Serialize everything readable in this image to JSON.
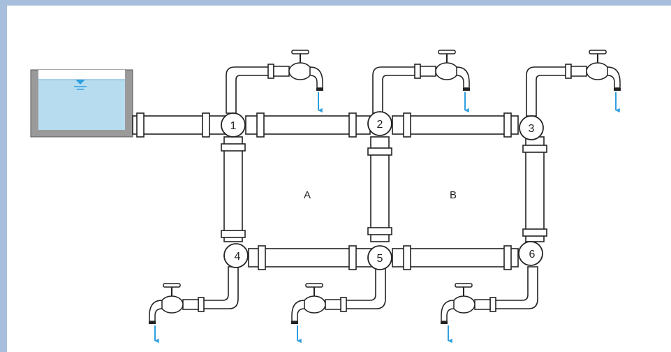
{
  "diagram": {
    "nodes": [
      {
        "id": "1",
        "label": "1"
      },
      {
        "id": "2",
        "label": "2"
      },
      {
        "id": "3",
        "label": "3"
      },
      {
        "id": "4",
        "label": "4"
      },
      {
        "id": "5",
        "label": "5"
      },
      {
        "id": "6",
        "label": "6"
      }
    ],
    "loops": [
      {
        "id": "A",
        "label": "A"
      },
      {
        "id": "B",
        "label": "B"
      }
    ],
    "edges": [
      {
        "from": "reservoir",
        "to": "1"
      },
      {
        "from": "1",
        "to": "2"
      },
      {
        "from": "2",
        "to": "3"
      },
      {
        "from": "4",
        "to": "5"
      },
      {
        "from": "5",
        "to": "6"
      },
      {
        "from": "1",
        "to": "4"
      },
      {
        "from": "2",
        "to": "5"
      },
      {
        "from": "3",
        "to": "6"
      }
    ],
    "outlets": [
      "1",
      "2",
      "3",
      "4",
      "5",
      "6"
    ],
    "colors": {
      "frame_background": "#a7bfdc",
      "water": "#b7dcef",
      "tank_wall": "#9a9a9a",
      "pipe_fill": "#ffffff",
      "pipe_outline": "#222222",
      "flow_arrow": "#2f9fe0"
    }
  }
}
